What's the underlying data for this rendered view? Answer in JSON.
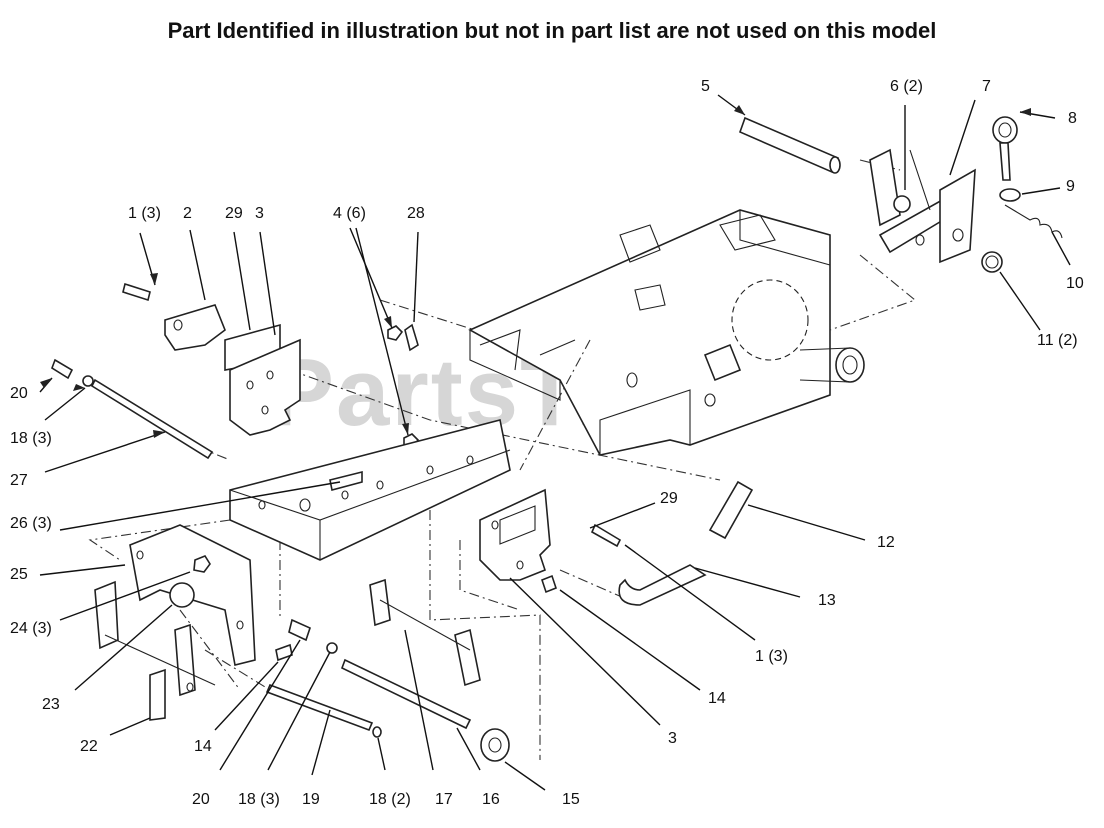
{
  "diagram": {
    "title": "Part Identified in illustration but not in part list are not used on this model",
    "watermark": "PartsTree",
    "callouts": [
      "1 (3)",
      "2",
      "29",
      "3",
      "4 (6)",
      "28",
      "5",
      "6 (2)",
      "7",
      "8",
      "9",
      "10",
      "11 (2)",
      "20",
      "18 (3)",
      "27",
      "26 (3)",
      "25",
      "24 (3)",
      "23",
      "22",
      "14",
      "20",
      "18 (3)",
      "19",
      "18 (2)",
      "17",
      "16",
      "15",
      "3",
      "14",
      "1 (3)",
      "13",
      "12",
      "29"
    ]
  }
}
